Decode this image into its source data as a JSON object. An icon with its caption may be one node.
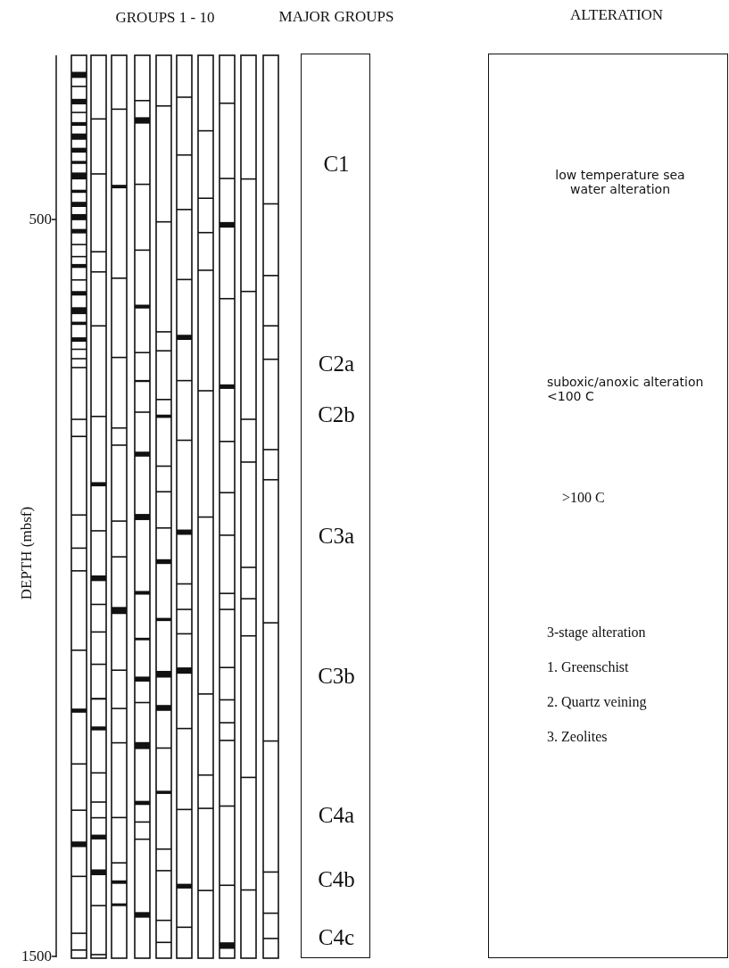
{
  "diagram": {
    "nodes": [
      {
        "text": [
          "MAJOR GROUPS",
          "C1",
          "C2a",
          "C2b",
          "C3a",
          "C3b",
          "C4a",
          "C4b",
          "C4c"
        ]
      },
      {
        "text": [
          "ALTERATION",
          "low temperature sea water alteration",
          "suboxic/anoxic alteration <100 C",
          ">100 C",
          "3-stage alteration",
          "1. Greenschist",
          "2. Quartz veining",
          "3. Zeolites"
        ]
      }
    ],
    "labels": [
      "GROUPS 1 - 10",
      "500",
      "DEPTH (mbsf)",
      "1500"
    ]
  }
}
